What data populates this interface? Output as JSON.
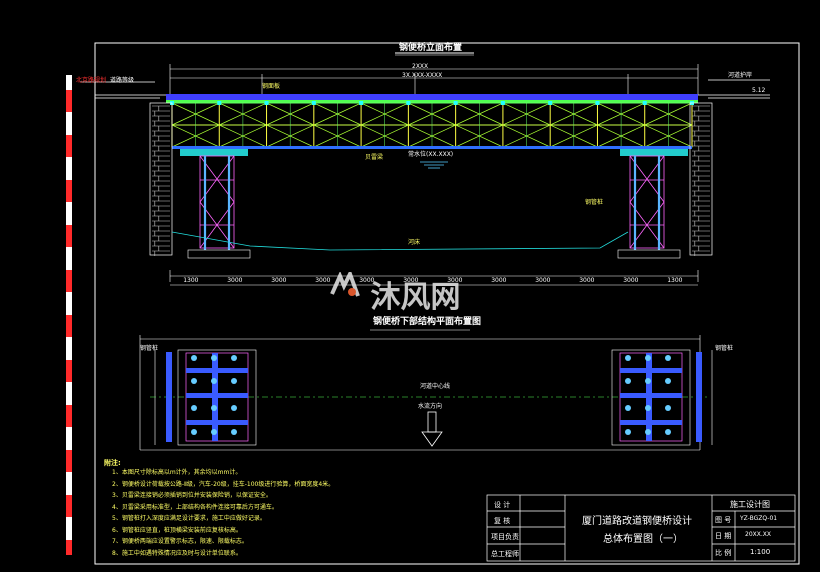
{
  "elevation_title": "钢便桥立面布置",
  "plan_title": "钢便桥下部结构平面布置图",
  "top_dim_total": "2XXX",
  "top_dim_sub": "3X.XXX-XXXX",
  "left_label_bank": "北京路规划",
  "left_label_road": "道路等级",
  "right_label_road": "河道护岸",
  "right_level": "5.12",
  "water_level": "常水位(XX.XXX)",
  "bridge_labels": {
    "steel_deck": "钢面板",
    "bailey_beam": "贝雷梁",
    "steel_pipe_pile": "钢管桩",
    "river_bed": "河床"
  },
  "bottom_dims": [
    "1300",
    "3000",
    "3000",
    "3000",
    "3000",
    "3000",
    "3000",
    "3000",
    "3000",
    "3000",
    "3000",
    "1300"
  ],
  "plan_labels": {
    "left_pile": "钢管桩",
    "right_pile": "钢管桩",
    "center": "河道中心线",
    "flow": "水流方向"
  },
  "notes_title": "附注:",
  "notes": [
    "1、本图尺寸除标高以m计外，其余均以mm计。",
    "2、钢便桥设计荷载按公路-Ⅱ级，汽车-20级，挂车-100级进行验算，桥面宽度4米。",
    "3、贝雷梁连接销必须插销到位并安装保险销，以保证安全。",
    "4、贝雷梁采用标准型，上部结构各构件连接可靠后方可通车。",
    "5、钢管桩打入深度应满足设计要求，施工中应做好记录。",
    "6、钢管桩应竖直，桩顶横梁安装前应复核标高。",
    "7、钢便桥两端应设置警示标志，限速、限载标志。",
    "8、施工中如遇特殊情况应及时与设计单位联系。"
  ],
  "title_block": {
    "designer_label": "设 计",
    "checker_label": "复 核",
    "manager_label": "项目负责",
    "engineer_label": "总工程师",
    "drawing_title_1": "厦门道路改道钢便桥设计",
    "drawing_title_2": "总体布置图（一）",
    "stage_label": "施工设计图",
    "drawing_no_label": "图 号",
    "drawing_no": "YZ-BGZQ-01",
    "date_label": "日 期",
    "date": "20XX.XX",
    "scale_label": "比 例",
    "scale": "1:100"
  },
  "watermark_text": "沐风网"
}
